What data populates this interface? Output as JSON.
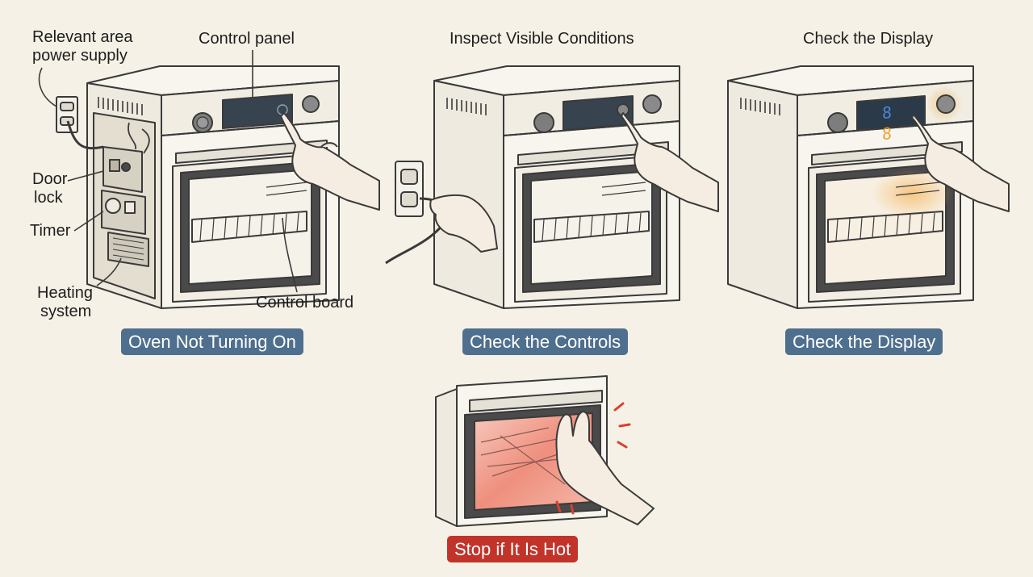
{
  "colors": {
    "background": "#f5f1e6",
    "pill_blue": "#4f6f8e",
    "pill_red": "#c2332a",
    "line": "#3a3a3a",
    "display_blue": "#4a87d6",
    "display_orange": "#f0a030",
    "heat_red": "#d8412f"
  },
  "panel1": {
    "label_power_line1": "Relevant area",
    "label_power_line2": "power supply",
    "label_control_panel": "Control panel",
    "label_door_line1": "Door",
    "label_door_line2": "lock",
    "label_timer": "Timer",
    "label_heating_line1": "Heating",
    "label_heating_line2": "system",
    "label_control_board": "Control board",
    "pill": "Oven Not Turning On"
  },
  "panel2": {
    "title": "Inspect Visible Conditions",
    "pill": "Check the Controls"
  },
  "panel3": {
    "title": "Check the Display",
    "display_readout": "8 8",
    "pill": "Check the Display"
  },
  "panel4": {
    "pill": "Stop if It Is Hot"
  },
  "icons": {
    "outlet": "wall-outlet-icon",
    "hand": "hand-icon",
    "heat": "heat-warning-icon"
  }
}
